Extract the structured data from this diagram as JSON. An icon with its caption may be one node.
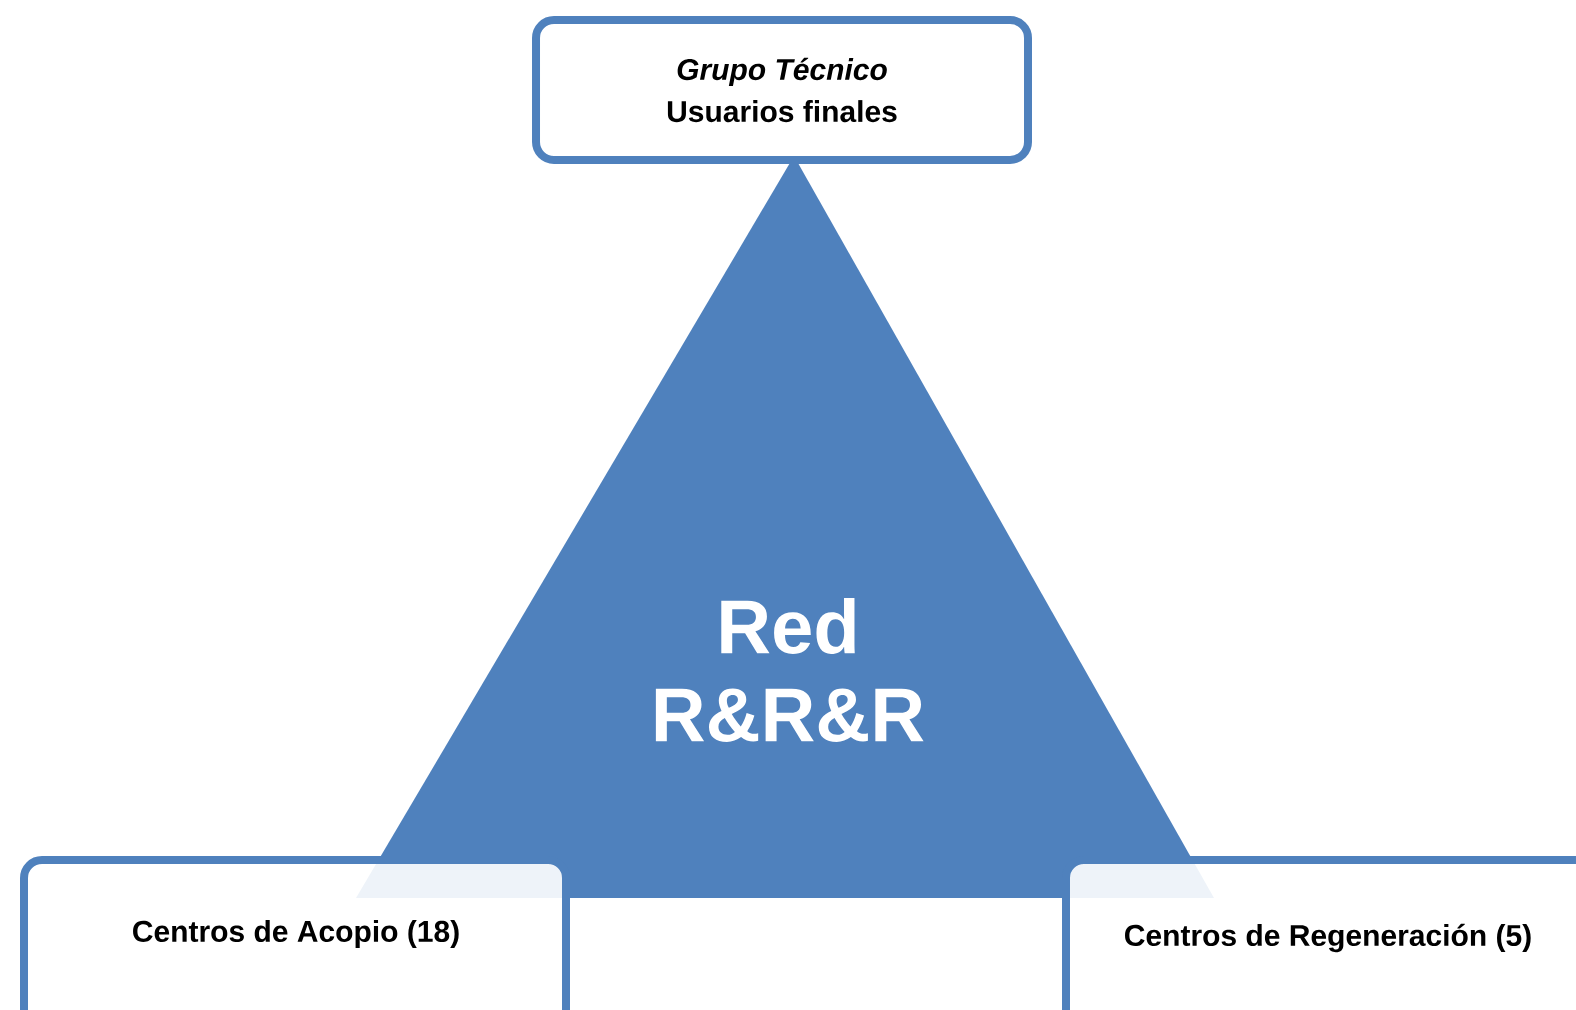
{
  "diagram": {
    "nodes": [
      {
        "text": [
          "Grupo Técnico",
          "Usuarios finales"
        ]
      },
      {
        "text": [
          "Red R&R&R"
        ]
      },
      {
        "text": [
          "Centros de Acopio (18)"
        ]
      },
      {
        "text": [
          "Centros de Regeneración (5)"
        ]
      }
    ]
  }
}
